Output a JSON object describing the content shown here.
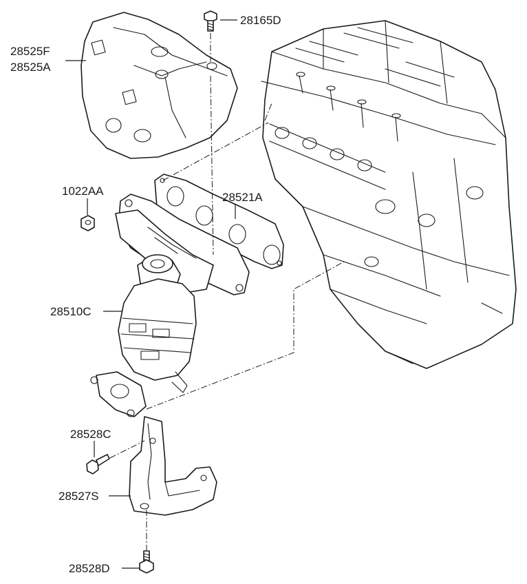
{
  "labels": {
    "bolt_top": "28165D",
    "heat_shield_a": "28525F",
    "heat_shield_b": "28525A",
    "nut": "1022AA",
    "gasket": "28521A",
    "manifold": "28510C",
    "bolt_mid": "28528C",
    "bracket": "28527S",
    "bolt_bottom": "28528D"
  }
}
